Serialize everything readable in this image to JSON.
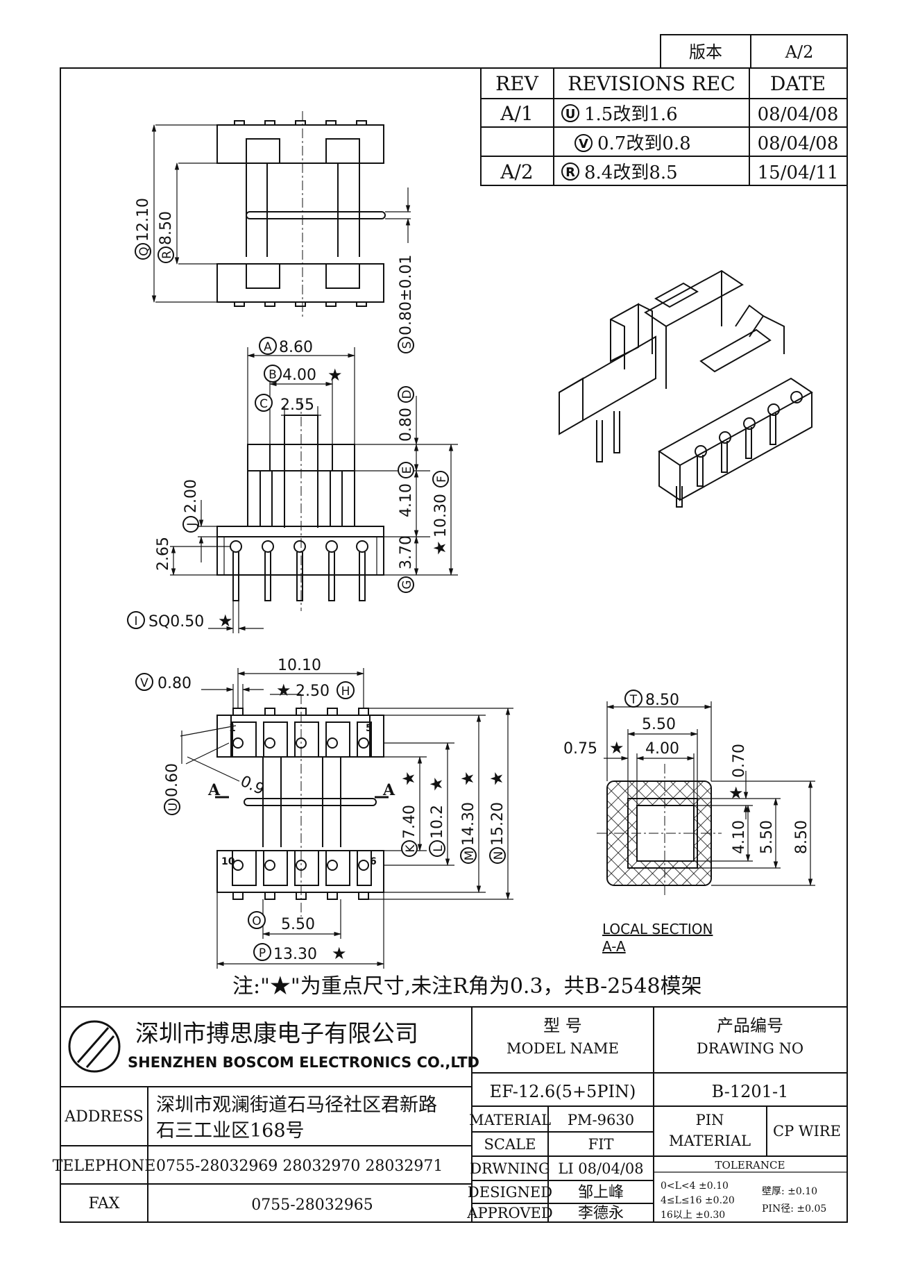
{
  "version_box": {
    "label": "版本",
    "value": "A/2"
  },
  "revisions": {
    "headers": [
      "REV",
      "REVISIONS REC",
      "DATE"
    ],
    "rows": [
      {
        "rev": "A/1",
        "mark": "U",
        "text": "1.5改到1.6",
        "date": "08/04/08"
      },
      {
        "rev": "",
        "mark": "V",
        "text": "0.7改到0.8",
        "date": "08/04/08"
      },
      {
        "rev": "A/2",
        "mark": "R",
        "text": "8.4改到8.5",
        "date": "15/04/11"
      }
    ]
  },
  "top_view": {
    "dim_q": {
      "mark": "Q",
      "value": "12.10"
    },
    "dim_r": {
      "mark": "R",
      "value": "8.50"
    },
    "dim_s": {
      "mark": "S",
      "value": "0.80±0.01"
    }
  },
  "front_view": {
    "dim_a": {
      "mark": "A",
      "value": "8.60"
    },
    "dim_b": {
      "mark": "B",
      "value": "4.00"
    },
    "dim_c": {
      "mark": "C",
      "value": "2.55"
    },
    "dim_d": {
      "mark": "D",
      "value": "0.80"
    },
    "dim_e": {
      "mark": "E",
      "value": "4.10"
    },
    "dim_f": {
      "mark": "F",
      "value": "10.30"
    },
    "dim_g": {
      "mark": "G",
      "value": "3.70"
    },
    "dim_j": {
      "mark": "J",
      "value": "2.00"
    },
    "dim_265": "2.65",
    "dim_i": {
      "mark": "I",
      "value": "SQ0.50"
    }
  },
  "bottom_view": {
    "dim_1010": "10.10",
    "dim_v": {
      "mark": "V",
      "value": "0.80"
    },
    "dim_h": {
      "mark": "H",
      "value": "2.50"
    },
    "dim_u": {
      "mark": "U",
      "value": "0.60"
    },
    "dim_09": "0.9",
    "section_mark": "A",
    "dim_k": {
      "mark": "K",
      "value": "7.40"
    },
    "dim_l": {
      "mark": "L",
      "value": "10.2"
    },
    "dim_m": {
      "mark": "M",
      "value": "14.30"
    },
    "dim_n": {
      "mark": "N",
      "value": "15.20"
    },
    "dim_o": {
      "mark": "O",
      "value": "5.50"
    },
    "dim_p": {
      "mark": "P",
      "value": "13.30"
    },
    "pins": [
      "1",
      "5",
      "10",
      "6"
    ]
  },
  "section_view": {
    "dim_t": {
      "mark": "T",
      "value": "8.50"
    },
    "dim_550": "5.50",
    "dim_075": "0.75",
    "dim_400": "4.00",
    "dim_070": "0.70",
    "dim_410": "4.10",
    "dim_550v": "5.50",
    "dim_850v": "8.50",
    "caption1": "LOCAL SECTION",
    "caption2": "A-A"
  },
  "note": "注:\"★\"为重点尺寸,未注R角为0.3，共B-2548模架",
  "title_block": {
    "company_cn": "深圳市搏思康电子有限公司",
    "company_en": "SHENZHEN BOSCOM ELECTRONICS CO.,LTD",
    "address_label": "ADDRESS",
    "address_line1": "深圳市观澜街道石马径社区君新路",
    "address_line2": "石三工业区168号",
    "telephone_label": "TELEPHONE",
    "telephone": "0755-28032969 28032970 28032971",
    "fax_label": "FAX",
    "fax": "0755-28032965",
    "model_cn": "型    号",
    "model_en": "MODEL NAME",
    "model_value": "EF-12.6(5+5PIN)",
    "drawing_cn": "产品编号",
    "drawing_en": "DRAWING NO",
    "drawing_value": "B-1201-1",
    "material_label": "MATERIAL",
    "material_value": "PM-9630",
    "pin_label1": "PIN",
    "pin_label2": "MATERIAL",
    "pin_value": "CP WIRE",
    "scale_label": "SCALE",
    "scale_value": "FIT",
    "tolerance_label": "TOLERANCE",
    "drawing_label": "DRWNING",
    "drawing_by": "LI 08/04/08",
    "designed_label": "DESIGNED",
    "designed_by": "邹上峰",
    "approved_label": "APPROVED",
    "approved_by": "李德永",
    "tol1": "0<L<4     ±0.10",
    "tol2": "4≤L≤16  ±0.20",
    "tol3": "16以上     ±0.30",
    "tol_wall": "壁厚:   ±0.10",
    "tol_pin": "PIN径: ±0.05"
  }
}
